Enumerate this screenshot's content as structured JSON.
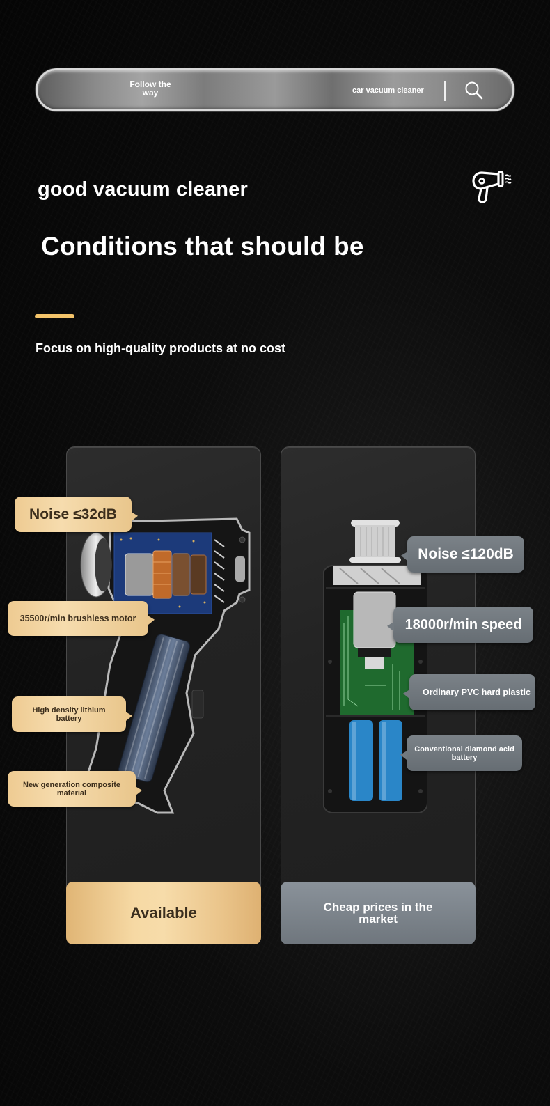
{
  "search_bar": {
    "brand_text": "Follow the way",
    "brand_line1": "Follow the",
    "brand_line2": "way",
    "query": "car vacuum cleaner",
    "icon": "search-icon"
  },
  "header": {
    "eyebrow": "good vacuum cleaner",
    "title": "Conditions that should be",
    "icon": "hair-dryer-icon",
    "subtitle": "Focus on high-quality products at no cost",
    "accent_color": "#f4c46a"
  },
  "comparison": {
    "left": {
      "image": "brushless-vacuum-cutaway",
      "callouts": [
        "Noise ≤32dB",
        "35500r/min brushless motor",
        "High density lithium battery",
        "New generation composite material"
      ],
      "footer_label": "Available",
      "color": "#f2d39c"
    },
    "right": {
      "image": "ordinary-vacuum-cutaway",
      "callouts": [
        "Noise ≤120dB",
        "18000r/min speed",
        "Ordinary PVC hard plastic",
        "Conventional diamond acid battery"
      ],
      "footer_label": "Cheap prices in the market",
      "color": "#7a8188"
    }
  }
}
